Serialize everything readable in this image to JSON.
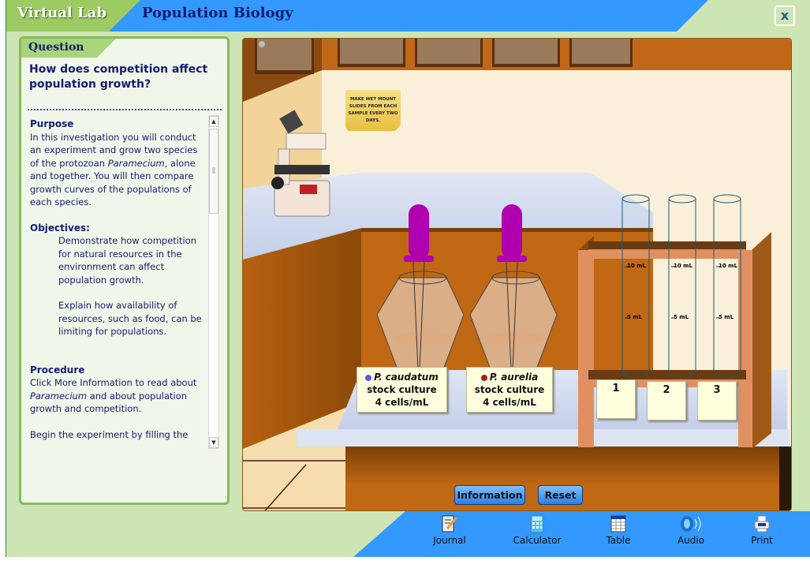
{
  "header": {
    "brand": "Virtual Lab",
    "title": "Population Biology",
    "close_label": "x"
  },
  "question_panel": {
    "tab_label": "Question",
    "question": "How does competition affect population growth?",
    "purpose_heading": "Purpose",
    "purpose_text_1": "In this investigation you will conduct an experiment and grow two species of the protozoan ",
    "purpose_italic": "Paramecium",
    "purpose_text_2": ", alone and together. You will then compare growth curves of the populations of each species.",
    "objectives_heading": "Objectives:",
    "objective_1": "Demonstrate how competition for natural resources in the environment can affect population growth.",
    "objective_2": "Explain how availability of resources, such as food, can be limiting for populations.",
    "procedure_heading": "Procedure",
    "procedure_text_1": "Click More Information to read about ",
    "procedure_italic": "Paramecium",
    "procedure_text_2": " and about population growth and competition.",
    "procedure_text_3": "Begin the experiment by filling the"
  },
  "scene": {
    "sticky_note": "MAKE WET MOUNT SLIDES FROM EACH SAMPLE EVERY TWO DAYS.",
    "cultures": [
      {
        "species": "P. caudatum",
        "line2": "stock culture",
        "line3": "4 cells/mL",
        "dot_color": "#5a5ae8"
      },
      {
        "species": "P. aurelia",
        "line2": "stock culture",
        "line3": "4 cells/mL",
        "dot_color": "#a82020"
      }
    ],
    "tube_marks": {
      "top": "10 mL",
      "mid": "5 mL"
    },
    "tube_labels": [
      "1",
      "2",
      "3"
    ],
    "buttons": {
      "information": "Information",
      "reset": "Reset"
    }
  },
  "toolbar": {
    "items": [
      {
        "label": "Journal",
        "icon": "journal-icon"
      },
      {
        "label": "Calculator",
        "icon": "calculator-icon"
      },
      {
        "label": "Table",
        "icon": "table-icon"
      },
      {
        "label": "Audio",
        "icon": "audio-icon"
      },
      {
        "label": "Print",
        "icon": "print-icon"
      }
    ]
  },
  "colors": {
    "header_blue": "#3399ff",
    "header_green": "#9ccb63",
    "background_green": "#cde5b5",
    "text_navy": "#141b6e",
    "dropper_purple": "#b000b0"
  }
}
